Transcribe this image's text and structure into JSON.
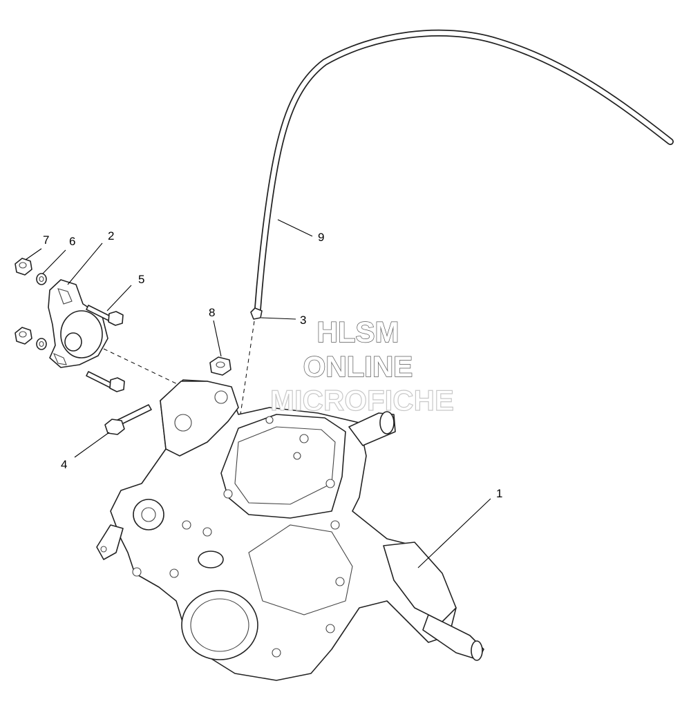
{
  "callouts": [
    {
      "id": "1",
      "label": "1"
    },
    {
      "id": "2",
      "label": "2"
    },
    {
      "id": "3",
      "label": "3"
    },
    {
      "id": "4",
      "label": "4"
    },
    {
      "id": "5",
      "label": "5"
    },
    {
      "id": "6",
      "label": "6"
    },
    {
      "id": "7",
      "label": "7"
    },
    {
      "id": "8",
      "label": "8"
    },
    {
      "id": "9",
      "label": "9"
    }
  ],
  "watermark": {
    "line1": "HLSM",
    "line2": "ONLINE",
    "line3": "MICROFICHE"
  }
}
